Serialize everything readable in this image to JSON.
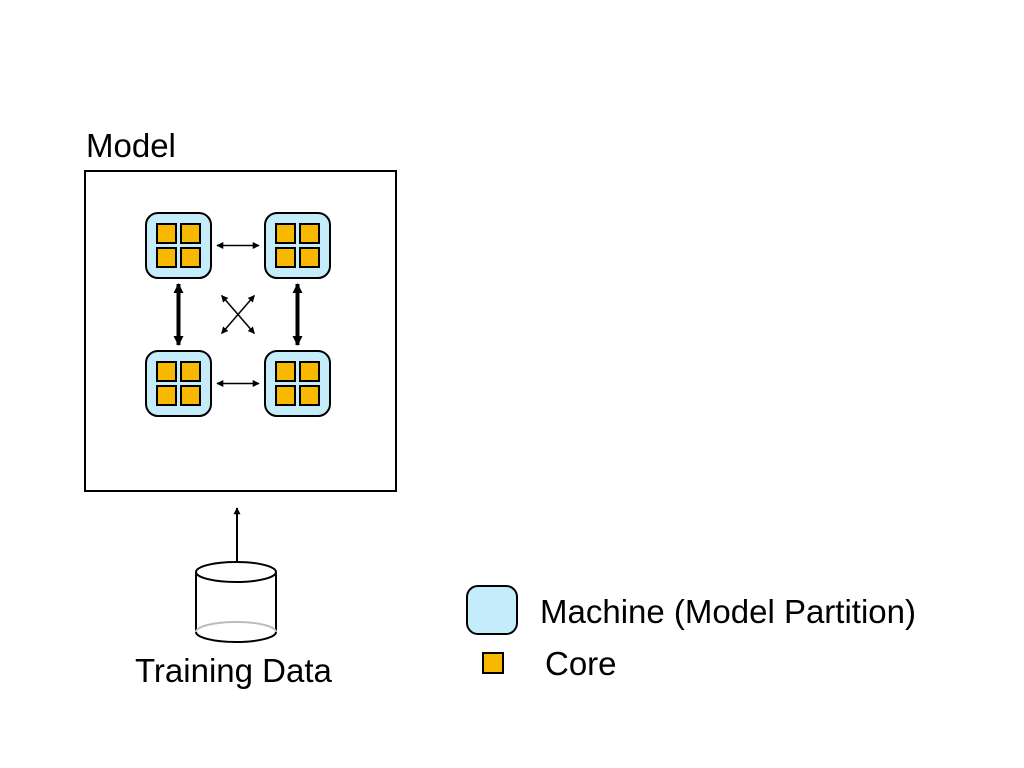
{
  "model": {
    "title": "Model"
  },
  "storage": {
    "label": "Training Data"
  },
  "legend": {
    "machine_label": "Machine (Model Partition)",
    "core_label": "Core"
  },
  "colors": {
    "machine_fill": "#c5ecfa",
    "core_fill": "#f9b800",
    "stroke": "#000000",
    "cylinder_bottom": "#bbbbbb"
  },
  "machines": [
    {
      "id": "top-left",
      "cores": 4
    },
    {
      "id": "top-right",
      "cores": 4
    },
    {
      "id": "bottom-left",
      "cores": 4
    },
    {
      "id": "bottom-right",
      "cores": 4
    }
  ],
  "links": [
    {
      "from": "top-left",
      "to": "top-right",
      "style": "thin"
    },
    {
      "from": "bottom-left",
      "to": "bottom-right",
      "style": "thin"
    },
    {
      "from": "top-left",
      "to": "bottom-left",
      "style": "thick"
    },
    {
      "from": "top-right",
      "to": "bottom-right",
      "style": "thick"
    },
    {
      "from": "top-left",
      "to": "bottom-right",
      "style": "thin"
    },
    {
      "from": "top-right",
      "to": "bottom-left",
      "style": "thin"
    }
  ]
}
